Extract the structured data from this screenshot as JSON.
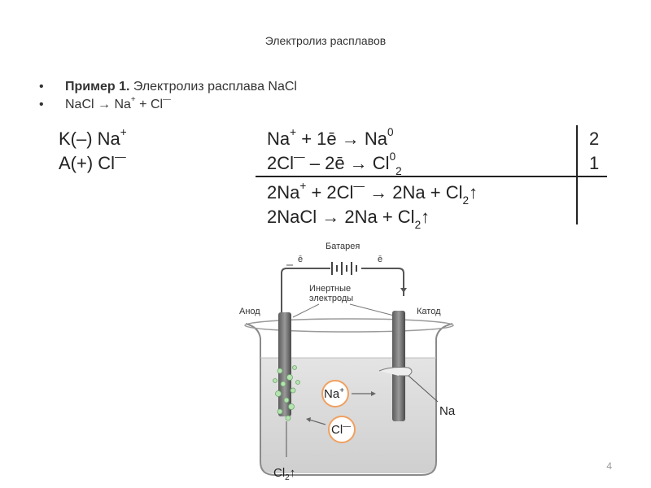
{
  "slide": {
    "title": "Электролиз расплавов",
    "page_number": "4"
  },
  "bullets": {
    "b1_bold": "Пример 1.",
    "b1_rest": " Электролиз расплава NaCl",
    "b2_a": "NaCl → Na",
    "b2_sup1": "+",
    "b2_b": " + Cl",
    "b2_sup2": "—"
  },
  "equations": {
    "cathode_label": "K(–) Na",
    "cathode_sup": "+",
    "anode_label": "A(+) Cl",
    "anode_sup": "—",
    "half1_a": "Na",
    "half1_sup1": "+",
    "half1_b": " + 1ē → Na",
    "half1_sup2": "0",
    "half2_a": "2Cl",
    "half2_sup1": "—",
    "half2_b": " – 2ē → Cl",
    "half2_sup2": "0",
    "half2_sub": "2",
    "coef1": "2",
    "coef2": "1",
    "sum1_a": "2Na",
    "sum1_sup1": "+",
    "sum1_b": " + 2Cl",
    "sum1_sup2": "—",
    "sum1_c": " → 2Na + Cl",
    "sum1_sub": "2",
    "sum1_arrow": "↑",
    "sum2_a": "2NaCl → 2Na + Cl",
    "sum2_sub": "2",
    "sum2_arrow": "↑"
  },
  "diagram": {
    "battery_label": "Батарея",
    "electron_left": "ē",
    "electron_right": "ē",
    "electrodes_line1": "Инертные",
    "electrodes_line2": "электроды",
    "anode_label": "Анод",
    "cathode_label": "Катод",
    "ion_na": "Na",
    "ion_na_sup": "+",
    "ion_cl": "Cl",
    "ion_cl_sup": "—",
    "na_label": "Na",
    "cl2_label": "Cl",
    "cl2_sub": "2",
    "cl2_arrow": "↑"
  }
}
